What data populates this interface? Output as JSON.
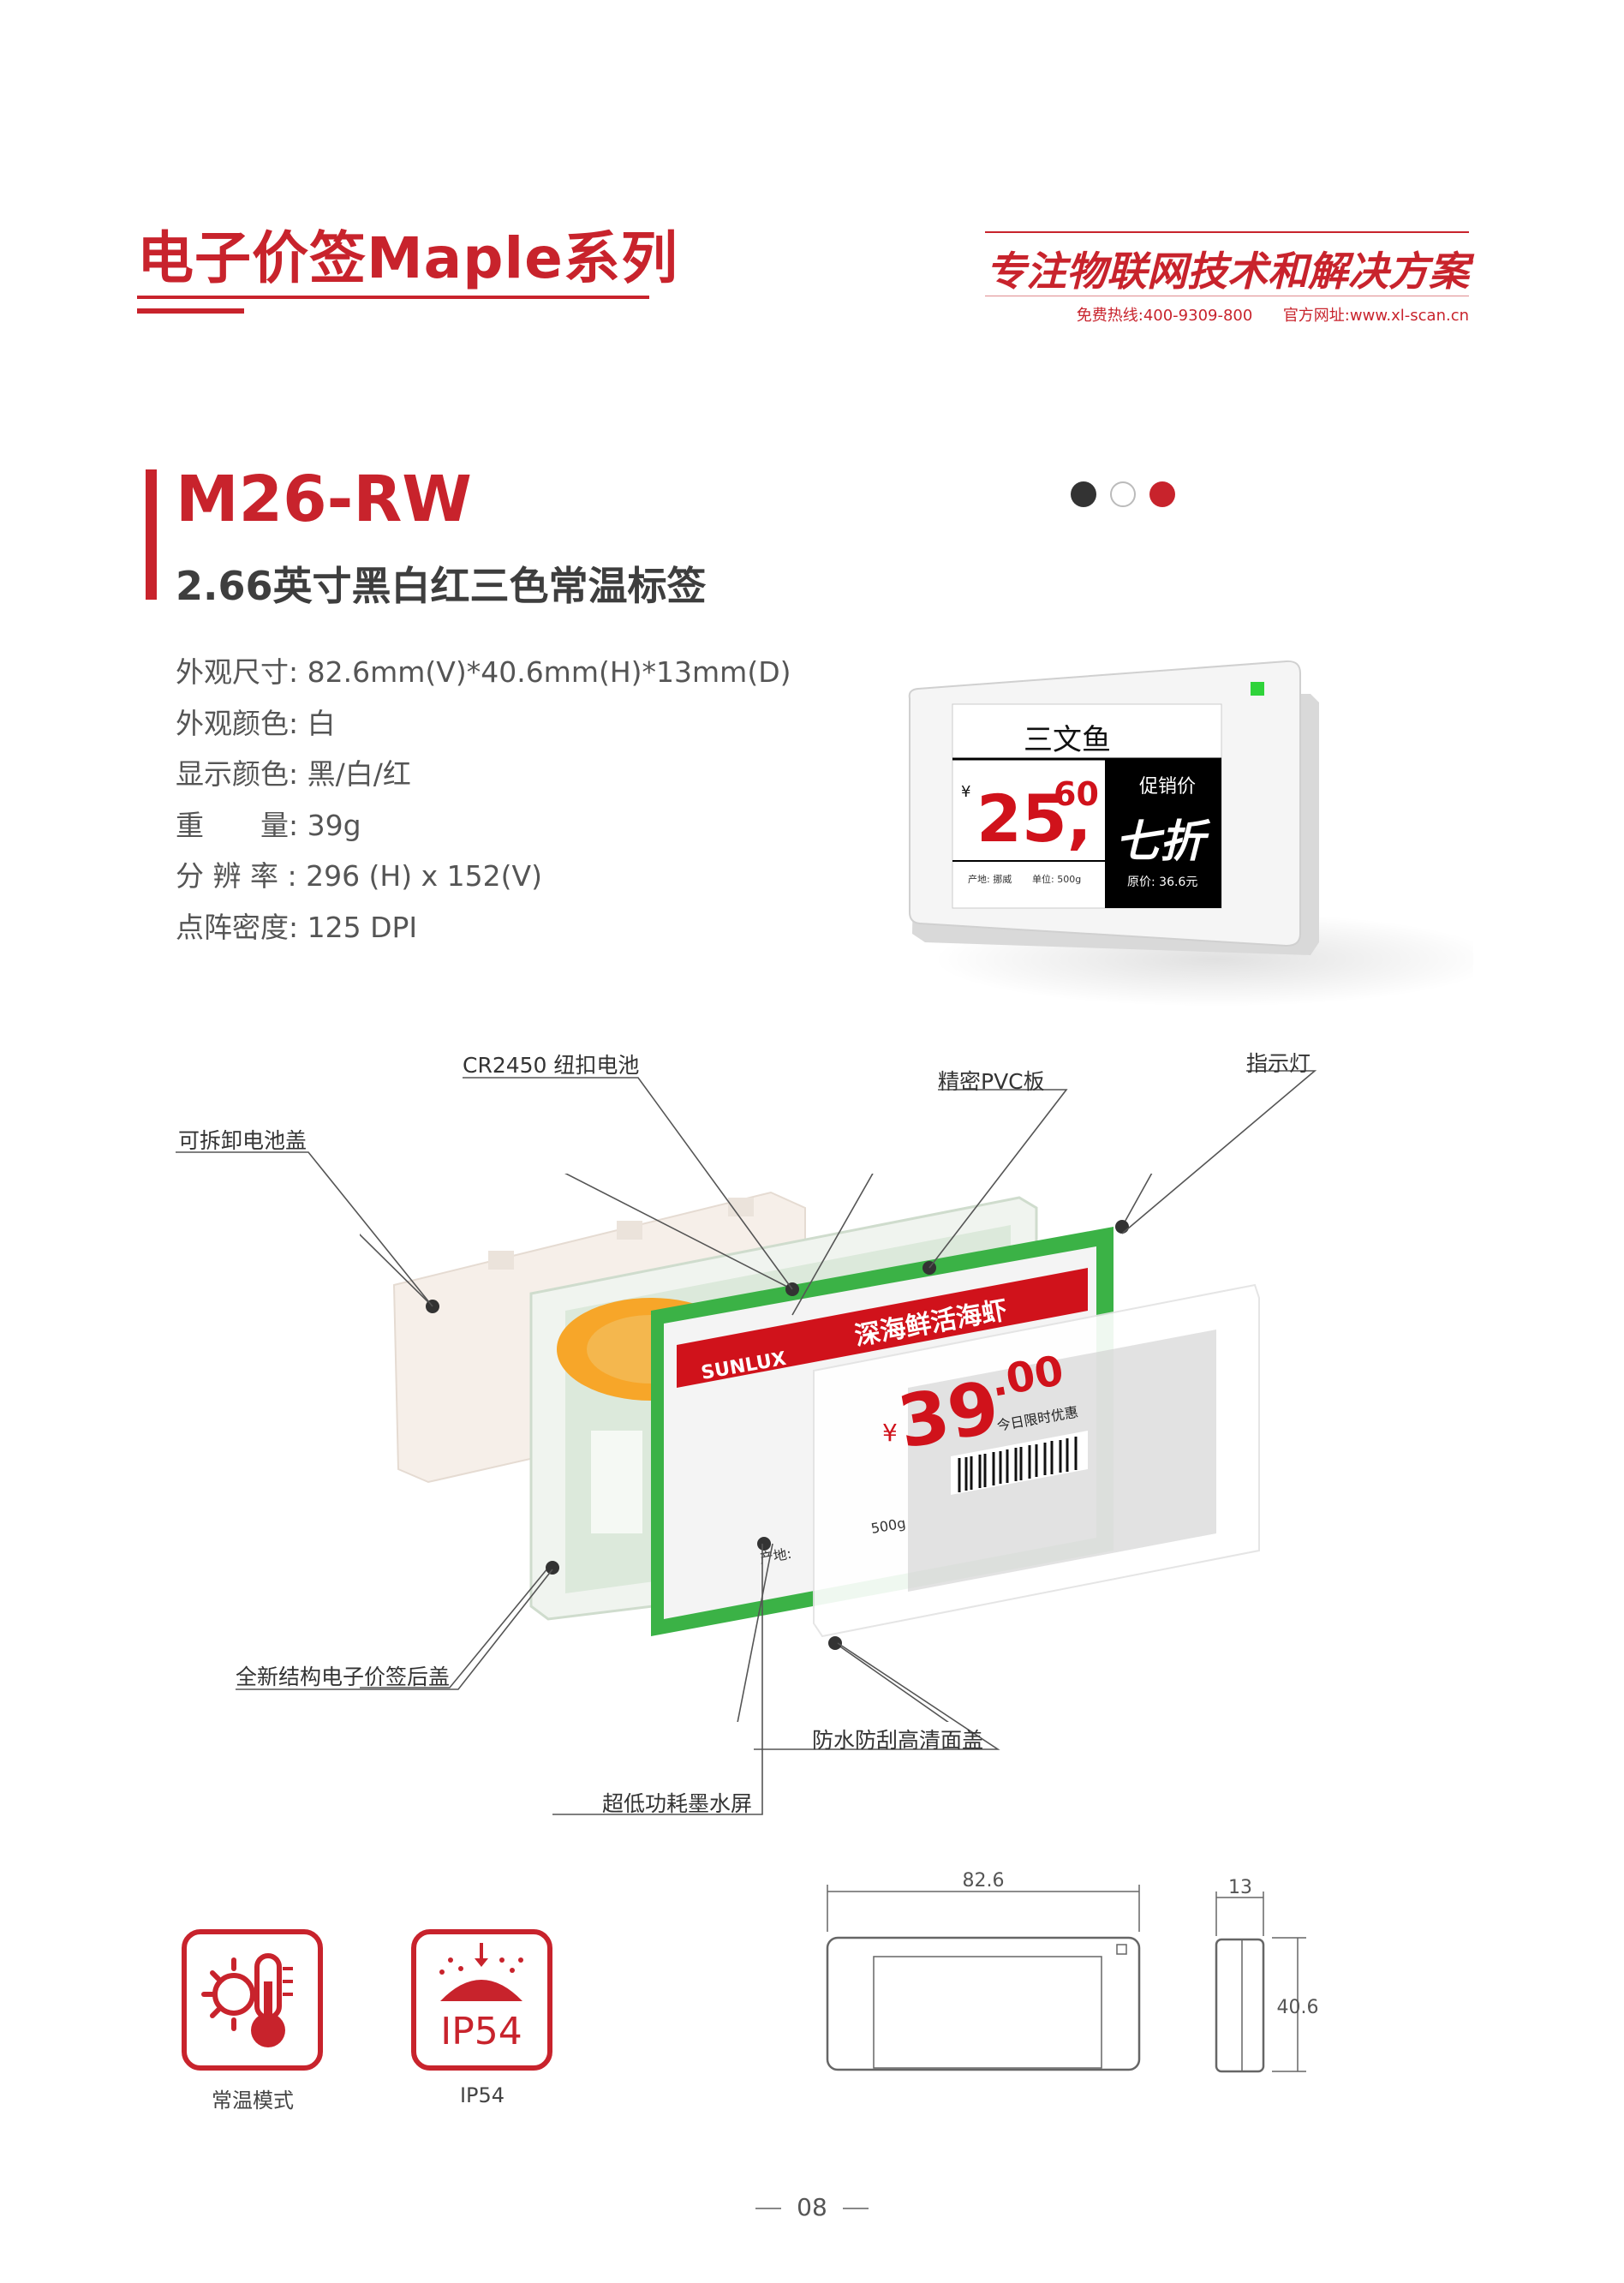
{
  "header": {
    "series_title": "电子价签Maple系列",
    "slogan": "专注物联网技术和解决方案",
    "hotline": "免费热线:400-9309-800",
    "website": "官方网址:www.xl-scan.cn"
  },
  "model": {
    "name": "M26-RW",
    "subtitle": "2.66英寸黑白红三色常温标签",
    "colors": [
      "#333333",
      "#ffffff",
      "#c8232c"
    ]
  },
  "specs": [
    {
      "label": "外观尺寸:",
      "value": " 82.6mm(V)*40.6mm(H)*13mm(D)"
    },
    {
      "label": "外观颜色:",
      "value": " 白"
    },
    {
      "label": "显示颜色:",
      "value": " 黑/白/红"
    },
    {
      "label": "重　　量:",
      "value": " 39g"
    },
    {
      "label": "分 辨 率 :",
      "value": " 296 (H) x 152(V)"
    },
    {
      "label": "点阵密度:",
      "value": " 125 DPI"
    }
  ],
  "product_display": {
    "product_name": "三文鱼",
    "currency": "¥",
    "price_int": "25,",
    "price_dec": "60",
    "promo_label": "促销价",
    "discount": "七折",
    "origin": "产地: 挪威",
    "unit": "单位: 500g",
    "original_price": "原价: 36.6元"
  },
  "exploded_display": {
    "brand": "SUNLUX",
    "headline": "深海鲜活海虾",
    "currency": "¥",
    "price_int": "39",
    "price_dec": ".00",
    "promo": "今日限时优惠",
    "origin": "产地:",
    "unit": "500g"
  },
  "callouts": {
    "battery": "CR2450 纽扣电池",
    "pvc": "精密PVC板",
    "indicator": "指示灯",
    "battery_cover": "可拆卸电池盖",
    "back_cover": "全新结构电子价签后盖",
    "front_cover": "防水防刮高清面盖",
    "eink": "超低功耗墨水屏"
  },
  "features": [
    {
      "icon": "thermometer-sun-icon",
      "label": "常温模式"
    },
    {
      "icon": "umbrella-rain-icon",
      "label": "IP54",
      "badge": "IP54"
    }
  ],
  "dimensions": {
    "width": "82.6",
    "depth": "13",
    "height": "40.6"
  },
  "page_number": "08"
}
